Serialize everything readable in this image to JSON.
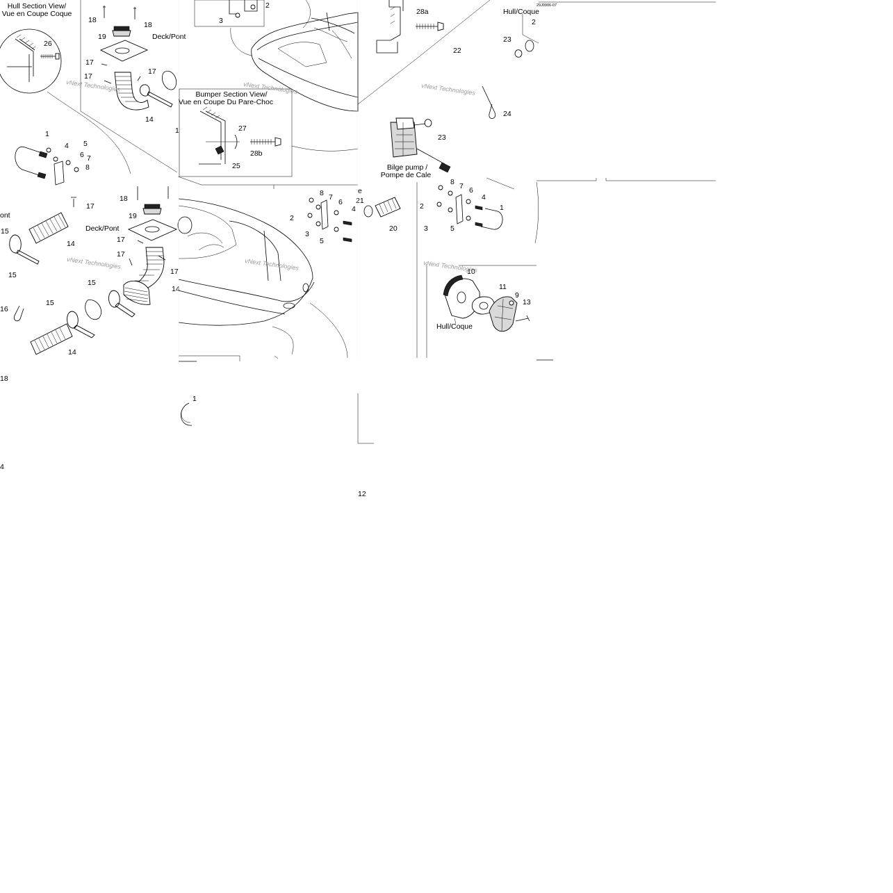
{
  "tiles": [
    {
      "id": "tile-1",
      "captions": [
        "Hull Section View/",
        "Vue en Coupe Coque",
        "Deck/Pont",
        "Deck/Pont"
      ],
      "callouts": [
        "18",
        "18",
        "19",
        "26",
        "17",
        "17",
        "17",
        "14",
        "1",
        "5",
        "4",
        "6",
        "7",
        "8",
        "17",
        "15",
        "14",
        "19",
        "18",
        "17",
        "17",
        "14",
        "17",
        "15",
        "15",
        "15",
        "16",
        "14",
        "18",
        "4",
        "1",
        "ont"
      ],
      "watermark": "vNext Technologies"
    },
    {
      "id": "tile-2",
      "captions": [
        "Bumper Section View/",
        "Vue en Coupe Du Pare-Choc"
      ],
      "callouts": [
        "3",
        "2",
        "27",
        "28b",
        "25",
        "1",
        "8",
        "7",
        "6",
        "4",
        "2",
        "3",
        "5",
        "21",
        "20",
        "e"
      ],
      "watermark": "vNext Technologies"
    },
    {
      "id": "tile-3",
      "captions": [
        "Hull/Coque",
        "Bilge pump /",
        "Pompe de Cale",
        "Hull/Coque"
      ],
      "callouts": [
        "28a",
        "2",
        "23",
        "22",
        "24",
        "23",
        "8",
        "7",
        "6",
        "2",
        "4",
        "1",
        "3",
        "5",
        "10",
        "11",
        "9",
        "13",
        "12"
      ],
      "code": "29J0906-07",
      "watermark": "vNext Technologies"
    }
  ]
}
